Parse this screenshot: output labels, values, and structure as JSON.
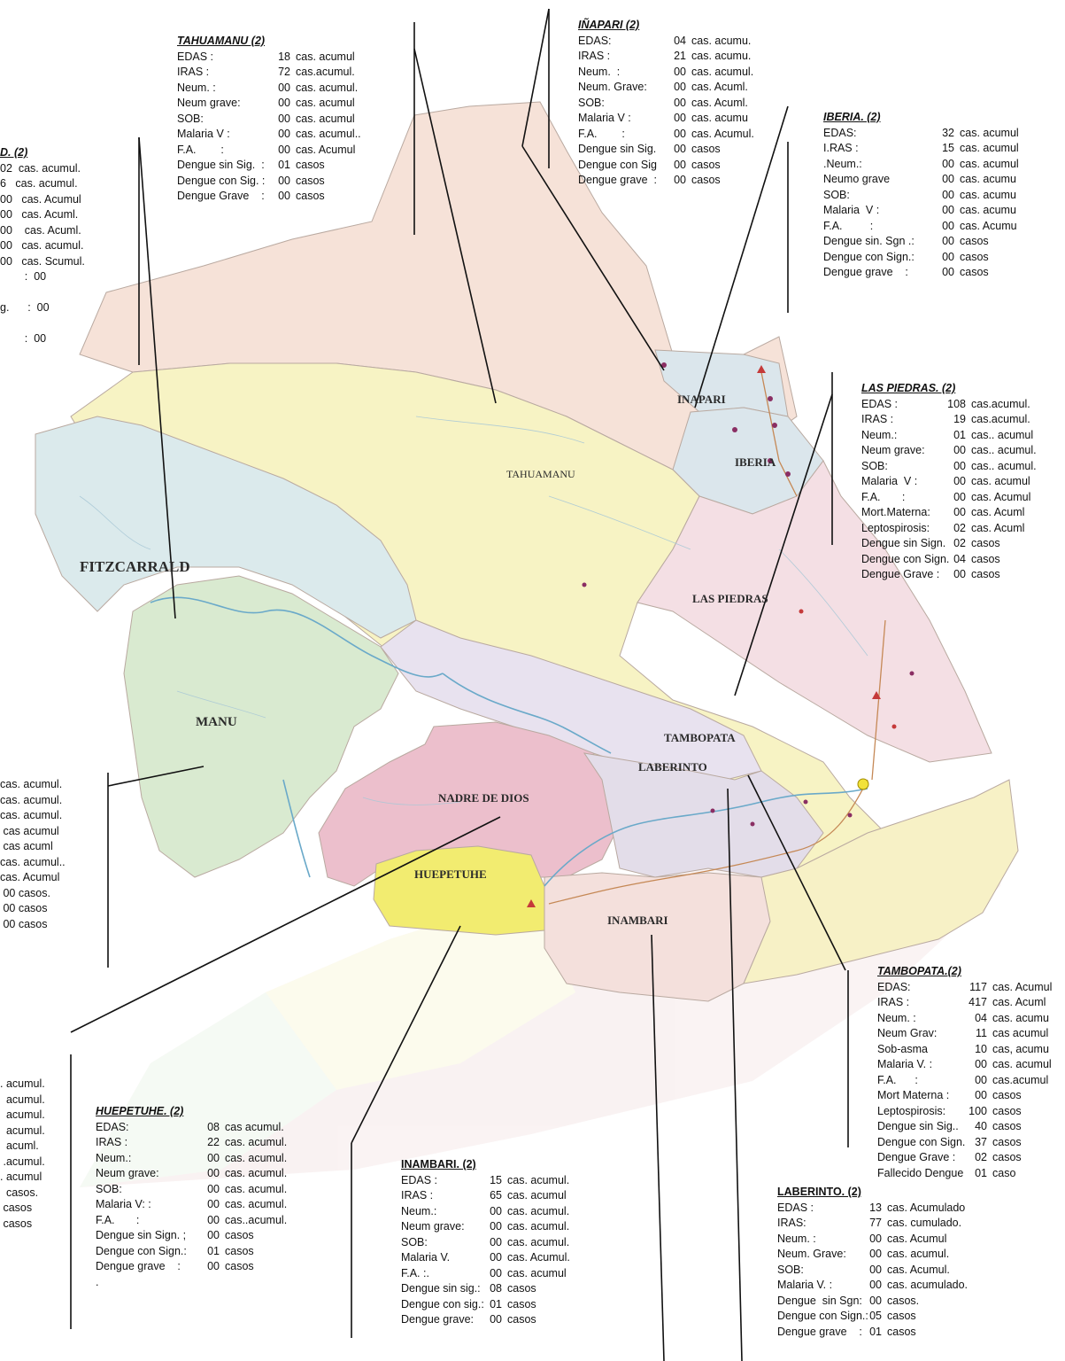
{
  "map_labels": {
    "inapari": "INAPARI",
    "tahuamanu": "TAHUAMANU",
    "iberia": "IBERIA",
    "fitzcarrald": "FITZCARRALD",
    "las_piedras": "LAS PIEDRAS",
    "manu": "MANU",
    "tambopata": "TAMBOPATA",
    "laberinto": "LABERINTO",
    "madre_de_dios": "NADRE DE DIOS",
    "huepetuhe": "HUEPETUHE",
    "inambari": "INAMBARI"
  },
  "boxes": {
    "tahuamanu": {
      "title": "TAHUAMANU (2)",
      "rows": [
        {
          "k": "EDAS :",
          "v": "18",
          "u": "cas. acumul"
        },
        {
          "k": "IRAS :",
          "v": "72",
          "u": "cas.acumul."
        },
        {
          "k": "Neum. :",
          "v": "00",
          "u": "cas. acumul."
        },
        {
          "k": "Neum grave:",
          "v": "00",
          "u": "cas. acumul"
        },
        {
          "k": "SOB:",
          "v": "00",
          "u": "cas. acumul"
        },
        {
          "k": "Malaria V :",
          "v": "00",
          "u": "cas. acumul.."
        },
        {
          "k": "F.A.        :",
          "v": "00",
          "u": "cas. Acumul"
        },
        {
          "k": "Dengue sin Sig.  :",
          "v": "01",
          "u": "casos"
        },
        {
          "k": "Dengue con Sig. :",
          "v": "00",
          "u": "casos"
        },
        {
          "k": "Dengue Grave    :",
          "v": "00",
          "u": "casos"
        }
      ]
    },
    "inapari": {
      "title": "IÑAPARI (2)",
      "rows": [
        {
          "k": "EDAS:",
          "v": "04",
          "u": "cas. acumu."
        },
        {
          "k": "IRAS :",
          "v": "21",
          "u": "cas. acumu."
        },
        {
          "k": "Neum.  :",
          "v": "00",
          "u": "cas. acumul."
        },
        {
          "k": "Neum. Grave:",
          "v": "00",
          "u": "cas. Acuml."
        },
        {
          "k": "SOB:",
          "v": "00",
          "u": "cas. Acuml."
        },
        {
          "k": "Malaria V :",
          "v": "00",
          "u": "cas. acumu"
        },
        {
          "k": "F.A.        :",
          "v": "00",
          "u": "cas. Acumul."
        },
        {
          "k": "Dengue sin Sig.",
          "v": "00",
          "u": "casos"
        },
        {
          "k": "Dengue con Sig",
          "v": "00",
          "u": "casos"
        },
        {
          "k": "Dengue grave  :",
          "v": "00",
          "u": "casos"
        }
      ]
    },
    "iberia": {
      "title": "IBERIA. (2)",
      "rows": [
        {
          "k": "EDAS:",
          "v": "32",
          "u": "cas. acumul"
        },
        {
          "k": "I.RAS :",
          "v": "15",
          "u": "cas. acumul"
        },
        {
          "k": ".Neum.:",
          "v": "00",
          "u": "cas. acumul"
        },
        {
          "k": "Neumo grave",
          "v": "00",
          "u": "cas. acumu"
        },
        {
          "k": "SOB:",
          "v": "00",
          "u": "cas. acumu"
        },
        {
          "k": "Malaria  V :",
          "v": "00",
          "u": "cas. acumu"
        },
        {
          "k": "F.A.         :",
          "v": "00",
          "u": "cas. Acumu"
        },
        {
          "k": "Dengue sin. Sgn .:",
          "v": "00",
          "u": "casos"
        },
        {
          "k": "Dengue con Sign.:",
          "v": "00",
          "u": "casos"
        },
        {
          "k": "Dengue grave    :",
          "v": "00",
          "u": "casos"
        }
      ]
    },
    "fitz": {
      "title": "D. (2)",
      "rows": [
        {
          "t": "02  cas. acumul."
        },
        {
          "t": "6   cas. acumul."
        },
        {
          "t": "00   cas. Acumul"
        },
        {
          "t": "00   cas. Acuml."
        },
        {
          "t": "00    cas. Acuml."
        },
        {
          "t": "00   cas. acumul."
        },
        {
          "t": "00   cas. Scumul."
        },
        {
          "t": "        :  00"
        },
        {
          "t": " "
        },
        {
          "t": "g.      :  00"
        },
        {
          "t": " "
        },
        {
          "t": "        :  00"
        }
      ]
    },
    "las_piedras": {
      "title": "LAS PIEDRAS. (2)",
      "rows": [
        {
          "k": "EDAS :",
          "v": "108",
          "u": "cas.acumul."
        },
        {
          "k": "IRAS :",
          "v": "19",
          "u": "cas.acumul."
        },
        {
          "k": "Neum.:",
          "v": "01",
          "u": "cas.. acumul"
        },
        {
          "k": "Neum grave:",
          "v": "00",
          "u": "cas.. acumul."
        },
        {
          "k": "SOB:",
          "v": "00",
          "u": "cas.. acumul."
        },
        {
          "k": "Malaria  V :",
          "v": "00",
          "u": "cas. acumul"
        },
        {
          "k": "F.A.       :",
          "v": "00",
          "u": "cas. Acumul"
        },
        {
          "k": "Mort.Materna:",
          "v": "00",
          "u": "cas. Acuml"
        },
        {
          "k": "Leptospirosis:",
          "v": "02",
          "u": "cas. Acuml"
        },
        {
          "k": "Dengue sin Sign.",
          "v": "02",
          "u": "casos"
        },
        {
          "k": "Dengue con Sign.",
          "v": "04",
          "u": "casos"
        },
        {
          "k": "Dengue Grave :",
          "v": "00",
          "u": "casos"
        }
      ]
    },
    "manu": {
      "rows": [
        {
          "t": "cas. acumul."
        },
        {
          "t": "cas. acumul."
        },
        {
          "t": "cas. acumul."
        },
        {
          "t": " cas acumul"
        },
        {
          "t": " cas acuml"
        },
        {
          "t": "cas. acumul.."
        },
        {
          "t": "cas. Acumul"
        },
        {
          "t": " 00 casos."
        },
        {
          "t": " 00 casos"
        },
        {
          "t": " 00 casos"
        }
      ]
    },
    "tambopata": {
      "title": "TAMBOPATA.(2)",
      "rows": [
        {
          "k": "EDAS:",
          "v": "117",
          "u": "cas. Acumul"
        },
        {
          "k": "IRAS :",
          "v": "417",
          "u": "cas.  Acuml"
        },
        {
          "k": "Neum. :",
          "v": "04",
          "u": "cas. acumu"
        },
        {
          "k": "Neum Grav:",
          "v": "11",
          "u": "cas acumul"
        },
        {
          "k": "Sob-asma",
          "v": "10",
          "u": "cas, acumu"
        },
        {
          "k": "Malaria V. :",
          "v": "00",
          "u": "cas. acumul"
        },
        {
          "k": "F.A.      :",
          "v": "00",
          "u": "cas.acumul"
        },
        {
          "k": "Mort Materna :",
          "v": "00",
          "u": "casos"
        },
        {
          "k": "Leptospirosis:",
          "v": "100",
          "u": "casos"
        },
        {
          "k": "Dengue sin Sig..",
          "v": "40",
          "u": "casos"
        },
        {
          "k": "Dengue con Sign.",
          "v": "37",
          "u": "casos"
        },
        {
          "k": "Dengue Grave :",
          "v": "02",
          "u": "casos"
        },
        {
          "k": "Fallecido Dengue",
          "v": "01",
          "u": "caso"
        }
      ]
    },
    "madre": {
      "rows": [
        {
          "t": ". acumul."
        },
        {
          "t": "  acumul."
        },
        {
          "t": "  acumul."
        },
        {
          "t": "  acumul."
        },
        {
          "t": "  acuml."
        },
        {
          "t": " .acumul."
        },
        {
          "t": ". acumul"
        },
        {
          "t": "  casos."
        },
        {
          "t": " casos"
        },
        {
          "t": " casos"
        }
      ]
    },
    "huepetuhe": {
      "title": "HUEPETUHE. (2)",
      "rows": [
        {
          "k": "EDAS:",
          "v": "08",
          "u": "cas  acumul."
        },
        {
          "k": "IRAS :",
          "v": "22",
          "u": "cas. acumul."
        },
        {
          "k": "Neum.:",
          "v": "00",
          "u": "cas. acumul."
        },
        {
          "k": "Neum grave:",
          "v": "00",
          "u": "cas. acumul."
        },
        {
          "k": "SOB:",
          "v": "00",
          "u": "cas. acumul."
        },
        {
          "k": "Malaria V: :",
          "v": "00",
          "u": "cas. acumul."
        },
        {
          "k": "F.A.       :",
          "v": "00",
          "u": "cas..acumul."
        },
        {
          "k": "Dengue sin Sign. ;",
          "v": "00",
          "u": "casos"
        },
        {
          "k": "Dengue con Sign.:",
          "v": "01",
          "u": "casos"
        },
        {
          "k": "Dengue grave    :",
          "v": "00",
          "u": "casos"
        },
        {
          "k": ".",
          "v": "",
          "u": ""
        }
      ]
    },
    "inambari": {
      "title": "INAMBARI. (2)",
      "rows": [
        {
          "k": "EDAS :",
          "v": "15",
          "u": "cas. acumul."
        },
        {
          "k": "IRAS :",
          "v": "65",
          "u": "cas. acumul"
        },
        {
          "k": "Neum.:",
          "v": "00",
          "u": "cas. acumul."
        },
        {
          "k": "Neum grave:",
          "v": "00",
          "u": "cas. acumul."
        },
        {
          "k": "SOB:",
          "v": "00",
          "u": "cas. acumul."
        },
        {
          "k": "Malaria V.",
          "v": "00",
          "u": "cas. Acumul."
        },
        {
          "k": "F.A. :.",
          "v": "00",
          "u": "cas. acumul"
        },
        {
          "k": "Dengue sin sig.:",
          "v": "08",
          "u": "casos"
        },
        {
          "k": "Dengue con sig.:",
          "v": "01",
          "u": "casos"
        },
        {
          "k": "Dengue grave:",
          "v": "00",
          "u": "casos"
        }
      ]
    },
    "laberinto": {
      "title": "LABERINTO. (2)",
      "rows": [
        {
          "k": "EDAS :",
          "v": "13",
          "u": "cas. Acumulado"
        },
        {
          "k": "IRAS:",
          "v": "77",
          "u": "cas. cumulado."
        },
        {
          "k": "Neum. :",
          "v": "00",
          "u": "cas. Acumul"
        },
        {
          "k": "Neum. Grave:",
          "v": "00",
          "u": "cas. acumul."
        },
        {
          "k": "SOB:",
          "v": "00",
          "u": "cas. Acumul."
        },
        {
          "k": "Malaria V. :",
          "v": "00",
          "u": "cas. acumulado."
        },
        {
          "k": "Dengue  sin Sgn:",
          "v": "00",
          "u": "casos."
        },
        {
          "k": "Dengue con Sign.:",
          "v": "05",
          "u": "casos"
        },
        {
          "k": "Dengue grave    :",
          "v": "01",
          "u": "casos"
        }
      ]
    }
  }
}
